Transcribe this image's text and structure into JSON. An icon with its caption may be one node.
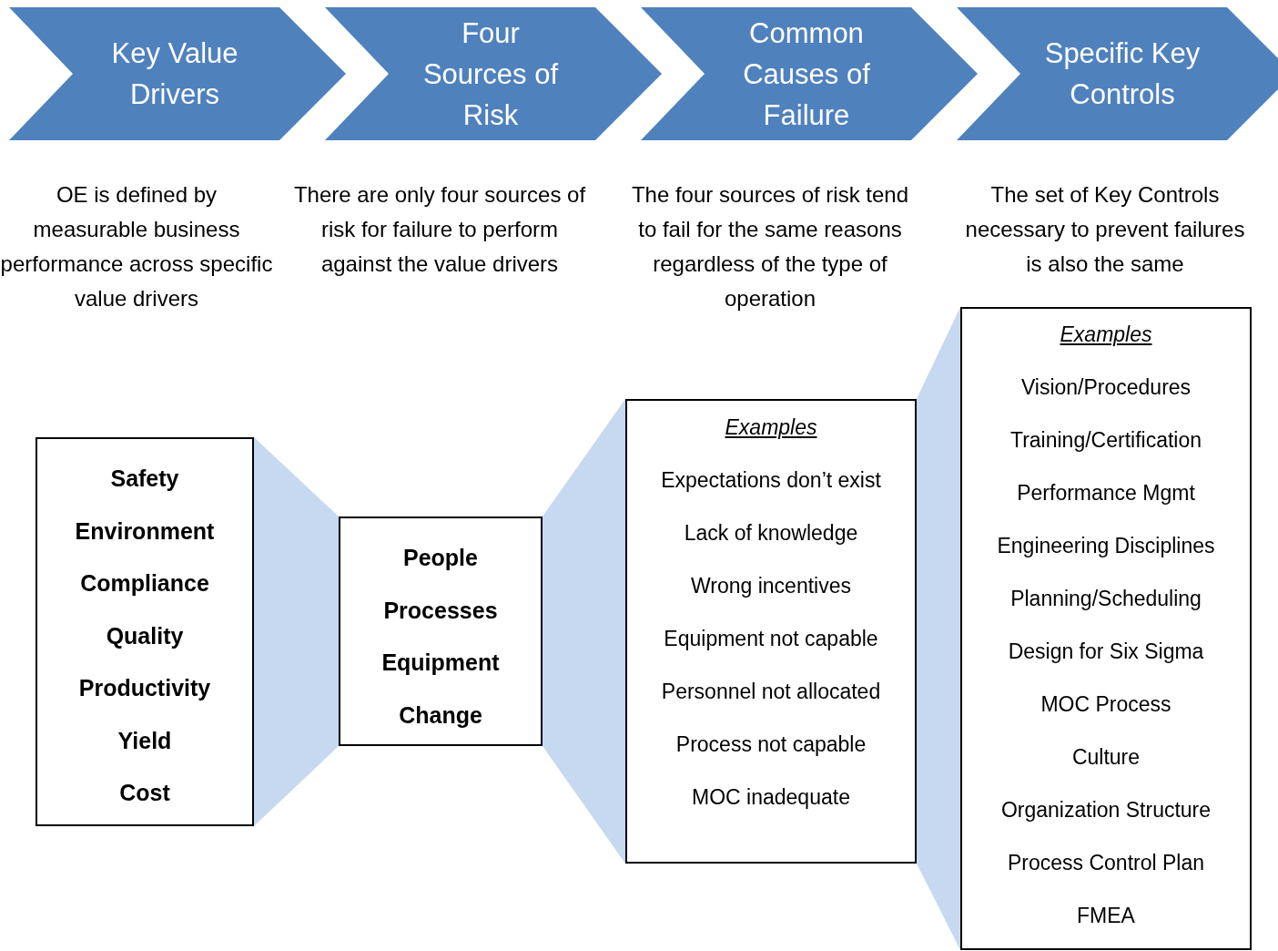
{
  "diagram": {
    "nodes": [
      {
        "text": [
          "Key Value Drivers"
        ],
        "beside": [
          "OE is defined by measurable business performance across specific value drivers"
        ]
      },
      {
        "text": [
          "Four Sources of Risk"
        ],
        "beside": [
          "There are only four sources of risk for failure to perform against the value drivers"
        ]
      },
      {
        "text": [
          "Common Causes of Failure"
        ],
        "beside": [
          "The four sources of risk tend to fail for the same reasons regardless of the type of operation"
        ]
      },
      {
        "text": [
          "Specific Key Controls"
        ],
        "beside": [
          "The set of Key Controls necessary to prevent failures is also the  same"
        ]
      },
      {
        "text": [
          "Safety",
          "Environment",
          "Compliance",
          "Quality",
          "Productivity",
          "Yield",
          "Cost"
        ]
      },
      {
        "text": [
          "People",
          "Processes",
          "Equipment",
          "Change"
        ]
      },
      {
        "text": [
          "Examples",
          "Expectations don’t exist",
          "Lack of knowledge",
          "Wrong incentives",
          "Equipment not capable",
          "Personnel not allocated",
          "Process not capable",
          "MOC inadequate"
        ]
      },
      {
        "text": [
          "Examples",
          "Vision/Procedures",
          "Training/Certification",
          "Performance Mgmt",
          "Engineering Disciplines",
          "Planning/Scheduling",
          "Design for Six Sigma",
          "MOC Process",
          "Culture",
          "Organization Structure",
          "Process Control Plan",
          "FMEA"
        ]
      }
    ],
    "edges": [
      {
        "from": 4,
        "to": 5,
        "arrow": "none"
      },
      {
        "from": 5,
        "to": 6,
        "arrow": "none"
      },
      {
        "from": 6,
        "to": 7,
        "arrow": "none"
      }
    ]
  }
}
